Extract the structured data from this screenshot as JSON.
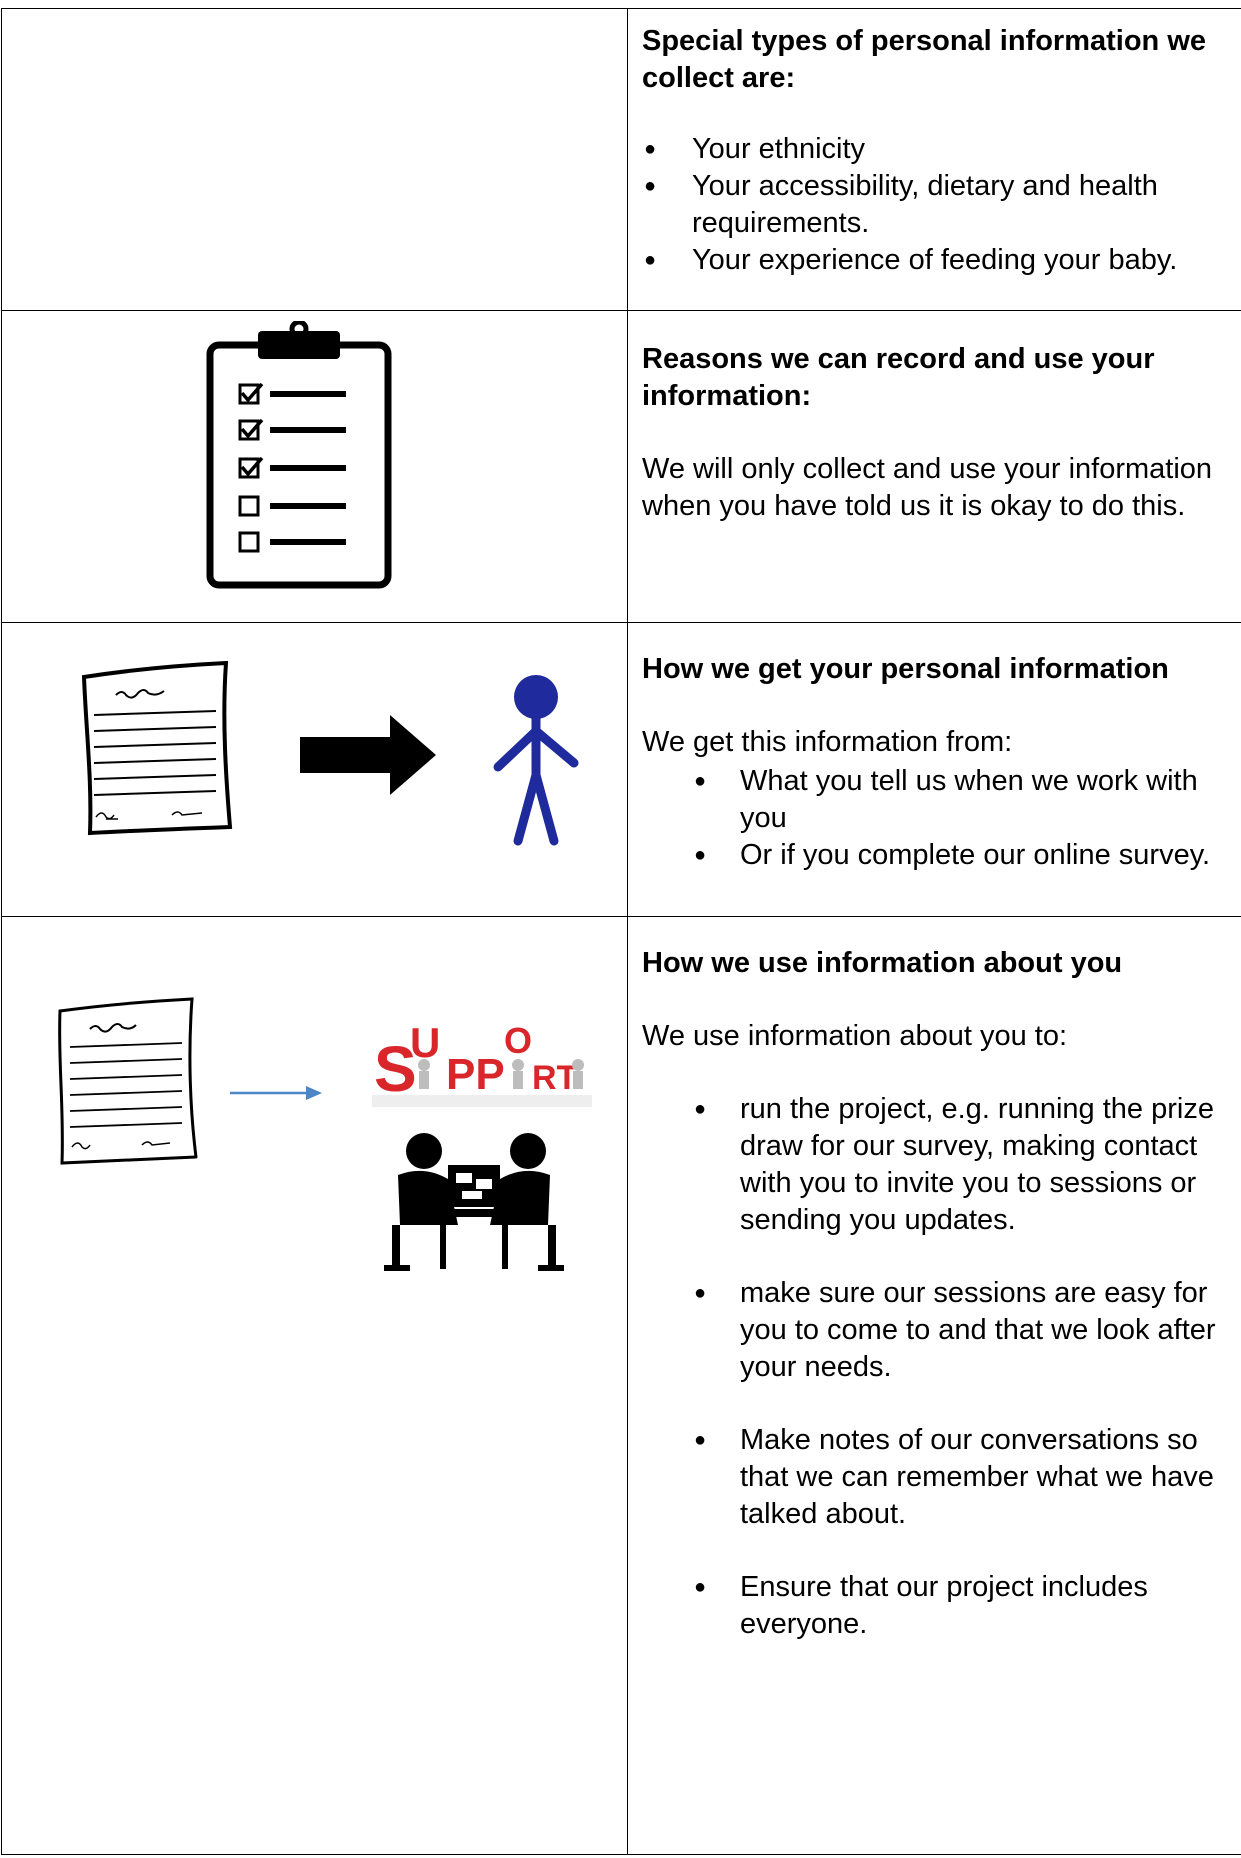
{
  "rows": [
    {
      "heading": "Special types of personal information we collect are:",
      "items": [
        "Your ethnicity",
        "Your accessibility, dietary and health requirements.",
        "Your experience of feeding your baby."
      ],
      "image": "none"
    },
    {
      "heading": "Reasons we can record and use your information:",
      "paragraph": "We will only collect and use your information when you have told us it is okay to do this.",
      "image": "clipboard-checklist-icon"
    },
    {
      "heading": "How we get your personal information",
      "intro": "We get this information from:",
      "items": [
        "What you tell us when we work with you",
        "Or if you complete our online survey."
      ],
      "image": "document-to-person-icon"
    },
    {
      "heading": "How we use information about you",
      "intro": "We use information about you to:",
      "items": [
        "run the project, e.g. running the prize draw for our survey, making contact with you to invite you to sessions or sending you updates.",
        "make sure our sessions are easy for you to come to and that we look after your needs.",
        "Make notes of our conversations so that we can remember what we have talked about.",
        "Ensure that our project includes everyone."
      ],
      "image": "document-to-support-icon",
      "support_logo": {
        "letters": [
          "S",
          "U",
          "PP",
          "O",
          "RT"
        ],
        "color": "#d9262b"
      }
    }
  ],
  "colors": {
    "border": "#000000",
    "person": "#1f2a9c",
    "arrow_blue": "#4a86c8",
    "support_red": "#d9262b"
  }
}
